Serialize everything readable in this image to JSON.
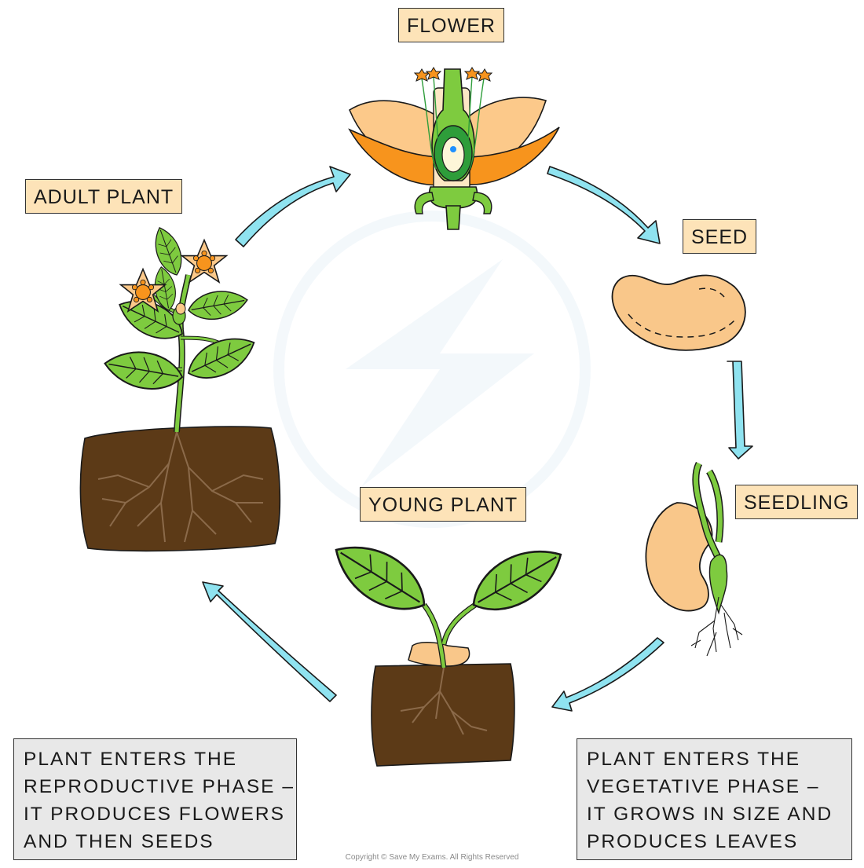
{
  "colors": {
    "label_fill": "#fde3b8",
    "note_fill": "#e8e8e8",
    "arrow": "#8fe3f0",
    "soil": "#5c3a17",
    "leaf": "#7ecb3f",
    "petal_orange": "#f7941d",
    "petal_light": "#fcc98a",
    "seed": "#f9c78a"
  },
  "stages": {
    "flower": "FLOWER",
    "seed": "SEED",
    "seedling": "SEEDLING",
    "young_plant": "YOUNG PLANT",
    "adult_plant": "ADULT PLANT"
  },
  "notes": {
    "reproductive": {
      "lines": [
        "PLANT ENTERS THE",
        "REPRODUCTIVE PHASE –",
        "IT PRODUCES FLOWERS",
        "AND THEN SEEDS"
      ]
    },
    "vegetative": {
      "lines": [
        "PLANT ENTERS THE",
        "VEGETATIVE PHASE –",
        "IT GROWS IN SIZE AND",
        "PRODUCES LEAVES"
      ]
    }
  },
  "copyright": "Copyright © Save My Exams. All Rights Reserved"
}
